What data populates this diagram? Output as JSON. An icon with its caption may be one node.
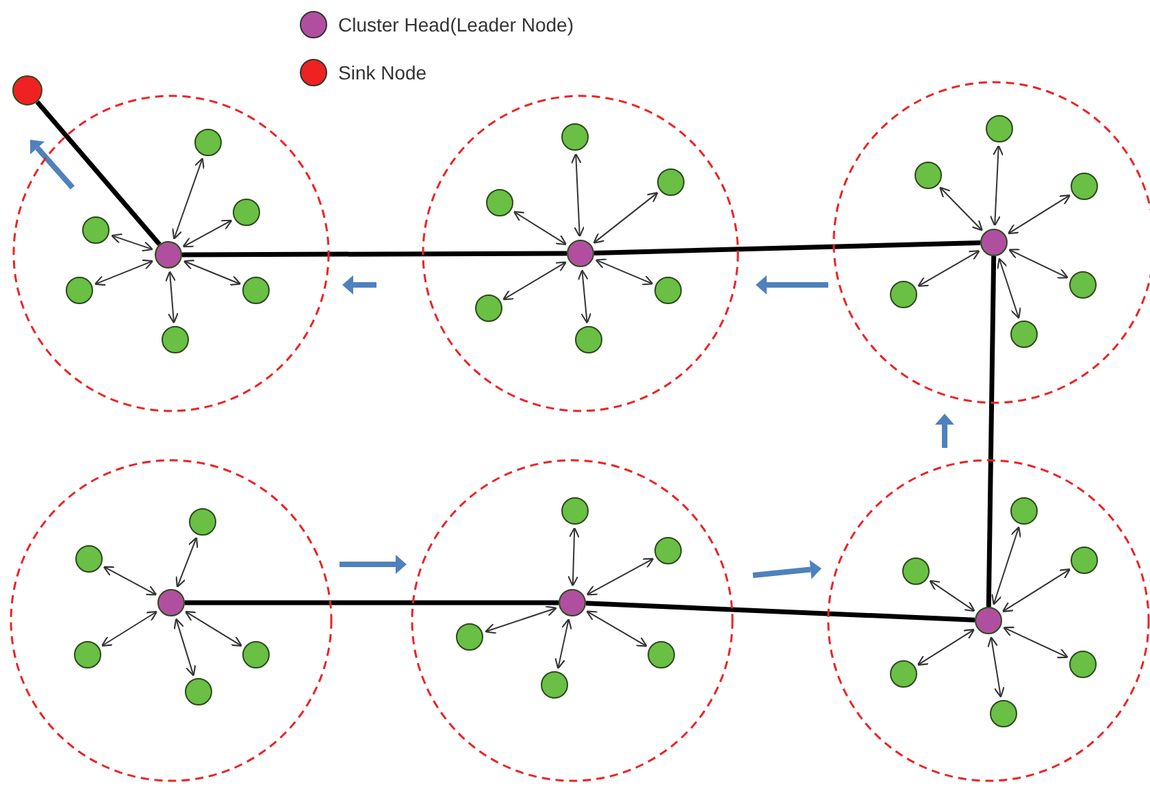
{
  "diagram": {
    "nodes": [
      {
        "text": [],
        "shape": "circle"
      },
      {
        "text": [],
        "shape": "circle"
      },
      {
        "text": [],
        "shape": "circle",
        "in": 1
      },
      {
        "text": [],
        "shape": "circle",
        "in": 1
      },
      {
        "text": [],
        "shape": "circle",
        "in": 1
      },
      {
        "text": [],
        "shape": "circle",
        "in": 1
      },
      {
        "text": [],
        "shape": "circle",
        "in": 1
      },
      {
        "text": [],
        "shape": "circle",
        "in": 1
      },
      {
        "text": [],
        "shape": "circle",
        "in": 1
      },
      {
        "text": [],
        "shape": "circle"
      },
      {
        "text": [],
        "shape": "circle",
        "in": 9
      },
      {
        "text": [],
        "shape": "circle",
        "in": 9
      },
      {
        "text": [],
        "shape": "circle",
        "in": 9
      },
      {
        "text": [],
        "shape": "circle",
        "in": 9
      },
      {
        "text": [],
        "shape": "circle",
        "in": 9
      },
      {
        "text": [],
        "shape": "circle",
        "in": 9
      },
      {
        "text": [],
        "shape": "circle",
        "in": 9
      },
      {
        "text": [],
        "shape": "circle"
      },
      {
        "text": [],
        "shape": "circle",
        "in": 17
      },
      {
        "text": [],
        "shape": "circle",
        "in": 17
      },
      {
        "text": [],
        "shape": "circle",
        "in": 17
      },
      {
        "text": [],
        "shape": "circle",
        "in": 17
      },
      {
        "text": [],
        "shape": "circle",
        "in": 17
      },
      {
        "text": [],
        "shape": "circle",
        "in": 17
      },
      {
        "text": [],
        "shape": "circle",
        "in": 17
      },
      {
        "text": [],
        "shape": "circle"
      },
      {
        "text": [],
        "shape": "circle",
        "in": 25
      },
      {
        "text": [],
        "shape": "circle",
        "in": 25
      },
      {
        "text": [],
        "shape": "circle",
        "in": 25
      },
      {
        "text": [],
        "shape": "circle",
        "in": 25
      },
      {
        "text": [],
        "shape": "circle",
        "in": 25
      },
      {
        "text": [],
        "shape": "circle",
        "in": 25
      },
      {
        "text": [],
        "shape": "circle"
      },
      {
        "text": [],
        "shape": "circle",
        "in": 32
      },
      {
        "text": [],
        "shape": "circle",
        "in": 32
      },
      {
        "text": [],
        "shape": "circle",
        "in": 32
      },
      {
        "text": [],
        "shape": "circle",
        "in": 32
      },
      {
        "text": [],
        "shape": "circle",
        "in": 32
      },
      {
        "text": [],
        "shape": "circle",
        "in": 32
      },
      {
        "text": [],
        "shape": "circle"
      },
      {
        "text": [],
        "shape": "circle",
        "in": 39
      },
      {
        "text": [],
        "shape": "circle",
        "in": 39
      },
      {
        "text": [],
        "shape": "circle",
        "in": 39
      },
      {
        "text": [],
        "shape": "circle",
        "in": 39
      },
      {
        "text": [],
        "shape": "circle",
        "in": 39
      },
      {
        "text": [],
        "shape": "circle",
        "in": 39
      },
      {
        "text": [],
        "shape": "circle",
        "in": 39
      }
    ],
    "edges": [
      {
        "from": 2,
        "to": 3,
        "arrow": "both"
      },
      {
        "from": 2,
        "to": 4,
        "arrow": "both"
      },
      {
        "from": 2,
        "to": 5,
        "arrow": "both"
      },
      {
        "from": 2,
        "to": 6,
        "arrow": "both"
      },
      {
        "from": 2,
        "to": 7,
        "arrow": "both"
      },
      {
        "from": 2,
        "to": 8,
        "arrow": "both"
      },
      {
        "from": 10,
        "to": 11,
        "arrow": "both"
      },
      {
        "from": 10,
        "to": 12,
        "arrow": "both"
      },
      {
        "from": 10,
        "to": 13,
        "arrow": "both"
      },
      {
        "from": 10,
        "to": 14,
        "arrow": "both"
      },
      {
        "from": 10,
        "to": 15,
        "arrow": "both"
      },
      {
        "from": 10,
        "to": 16,
        "arrow": "both"
      },
      {
        "from": 18,
        "to": 19,
        "arrow": "both"
      },
      {
        "from": 18,
        "to": 20,
        "arrow": "both"
      },
      {
        "from": 18,
        "to": 21,
        "arrow": "both"
      },
      {
        "from": 18,
        "to": 22,
        "arrow": "both"
      },
      {
        "from": 18,
        "to": 23,
        "arrow": "both"
      },
      {
        "from": 18,
        "to": 24,
        "arrow": "both"
      },
      {
        "from": 26,
        "to": 27,
        "arrow": "both"
      },
      {
        "from": 26,
        "to": 28,
        "arrow": "both"
      },
      {
        "from": 26,
        "to": 29,
        "arrow": "both"
      },
      {
        "from": 26,
        "to": 30,
        "arrow": "both"
      },
      {
        "from": 26,
        "to": 31,
        "arrow": "both"
      },
      {
        "from": 33,
        "to": 34,
        "arrow": "both"
      },
      {
        "from": 33,
        "to": 35,
        "arrow": "both"
      },
      {
        "from": 33,
        "to": 36,
        "arrow": "both"
      },
      {
        "from": 33,
        "to": 37,
        "arrow": "both"
      },
      {
        "from": 33,
        "to": 38,
        "arrow": "both"
      },
      {
        "from": 40,
        "to": 41,
        "arrow": "both"
      },
      {
        "from": 40,
        "to": 42,
        "arrow": "both"
      },
      {
        "from": 40,
        "to": 43,
        "arrow": "both"
      },
      {
        "from": 40,
        "to": 44,
        "arrow": "both"
      },
      {
        "from": 40,
        "to": 45,
        "arrow": "both"
      },
      {
        "from": 40,
        "to": 46,
        "arrow": "both"
      },
      {
        "from": 26,
        "to": 33,
        "arrow": "none",
        "style": "thick"
      },
      {
        "from": 33,
        "to": 40,
        "arrow": "none",
        "style": "thick"
      },
      {
        "from": 40,
        "to": 18,
        "arrow": "none",
        "style": "thick"
      },
      {
        "from": 18,
        "to": 10,
        "arrow": "none",
        "style": "thick"
      },
      {
        "from": 10,
        "to": 2,
        "arrow": "none",
        "style": "thick"
      },
      {
        "from": 2,
        "to": 0,
        "arrow": "none",
        "style": "thick"
      }
    ],
    "legend": [
      {
        "text": "Cluster Head(Leader Node)",
        "color": "#b04fa0"
      },
      {
        "text": "Sink Node",
        "color": "#ee2222"
      }
    ]
  }
}
